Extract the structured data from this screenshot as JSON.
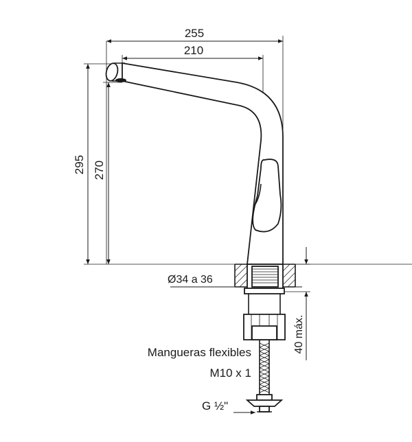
{
  "dimensions": {
    "overall_reach": "255",
    "spout_reach": "210",
    "overall_height": "295",
    "spout_height": "270",
    "bore_diameter": "Ø34 a 36",
    "max_thickness": "40 máx."
  },
  "labels": {
    "hoses_title": "Mangueras flexibles",
    "hoses_thread": "M10 x 1",
    "connection": "G ½\""
  }
}
